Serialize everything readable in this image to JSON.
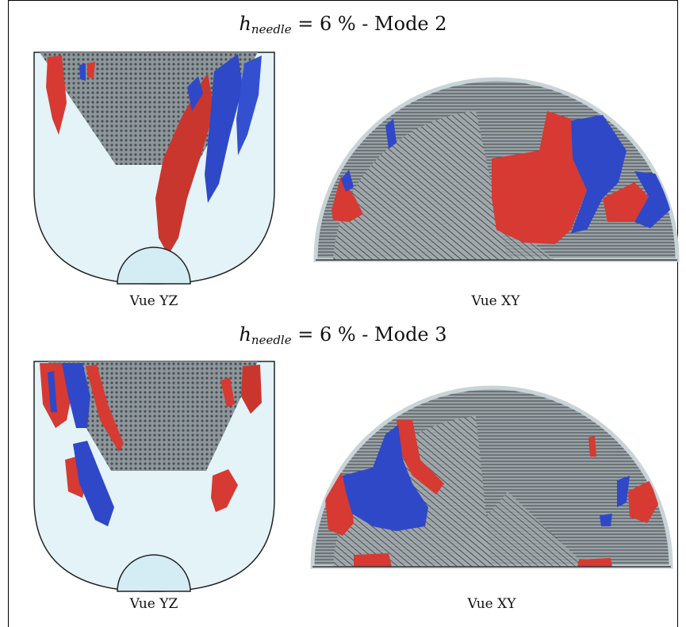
{
  "panels": [
    {
      "title": {
        "var": "h",
        "sub": "needle",
        "rest": " = 6 % - Mode 2"
      },
      "yz_caption": "Vue YZ",
      "xy_caption": "Vue XY"
    },
    {
      "title": {
        "var": "h",
        "sub": "needle",
        "rest": " = 6 % - Mode 3"
      },
      "yz_caption": "Vue YZ",
      "xy_caption": "Vue XY"
    }
  ],
  "colors": {
    "vessel_fill": "#e3f3f8",
    "mesh_fill": "#8d969a",
    "red_structure": "#d63a32",
    "blue_structure": "#2f48c8"
  }
}
